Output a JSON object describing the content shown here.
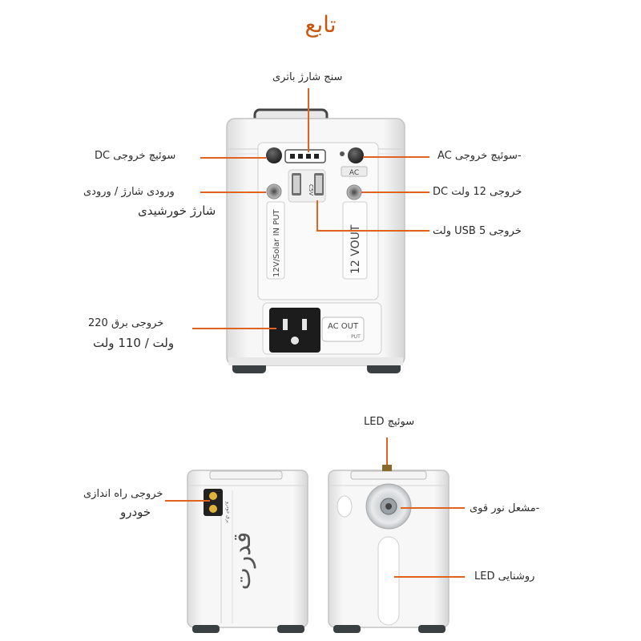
{
  "title": "تابع",
  "labels": {
    "battery_gauge": "سنج شارژ باتری",
    "dc_switch": "سوئیچ خروجی DC",
    "ac_switch": "-سوئیچ خروجی AC",
    "charge_input_1": "ورودی شارژ / ورودی",
    "charge_input_2": "شارژ خورشیدی",
    "dc12_out": "خروجی 12 ولت DC",
    "usb5_out": "خروجی USB 5 ولت",
    "ac_out_1": "خروجی برق 220",
    "ac_out_2": "ولت / 110 ولت",
    "led_switch": "سوئیچ LED",
    "car_start_1": "خروجی راه اندازی",
    "car_start_2": "خودرو",
    "flashlight": "-مشعل نور قوی",
    "led_light": "روشنایی LED"
  },
  "device_text": {
    "ac_tag": "AC",
    "solar_input": "12V/Solar IN PUT",
    "vout": "12 VOUT",
    "usb": "C5V",
    "ac_out": "AC OUT",
    "ac_out_sub": "PUT",
    "side_logo": "قدرت",
    "car_tag": "برق خودرو"
  },
  "colors": {
    "accent": "#e0641f",
    "body": "#f2f2f2",
    "edge": "#bcbcbc"
  }
}
